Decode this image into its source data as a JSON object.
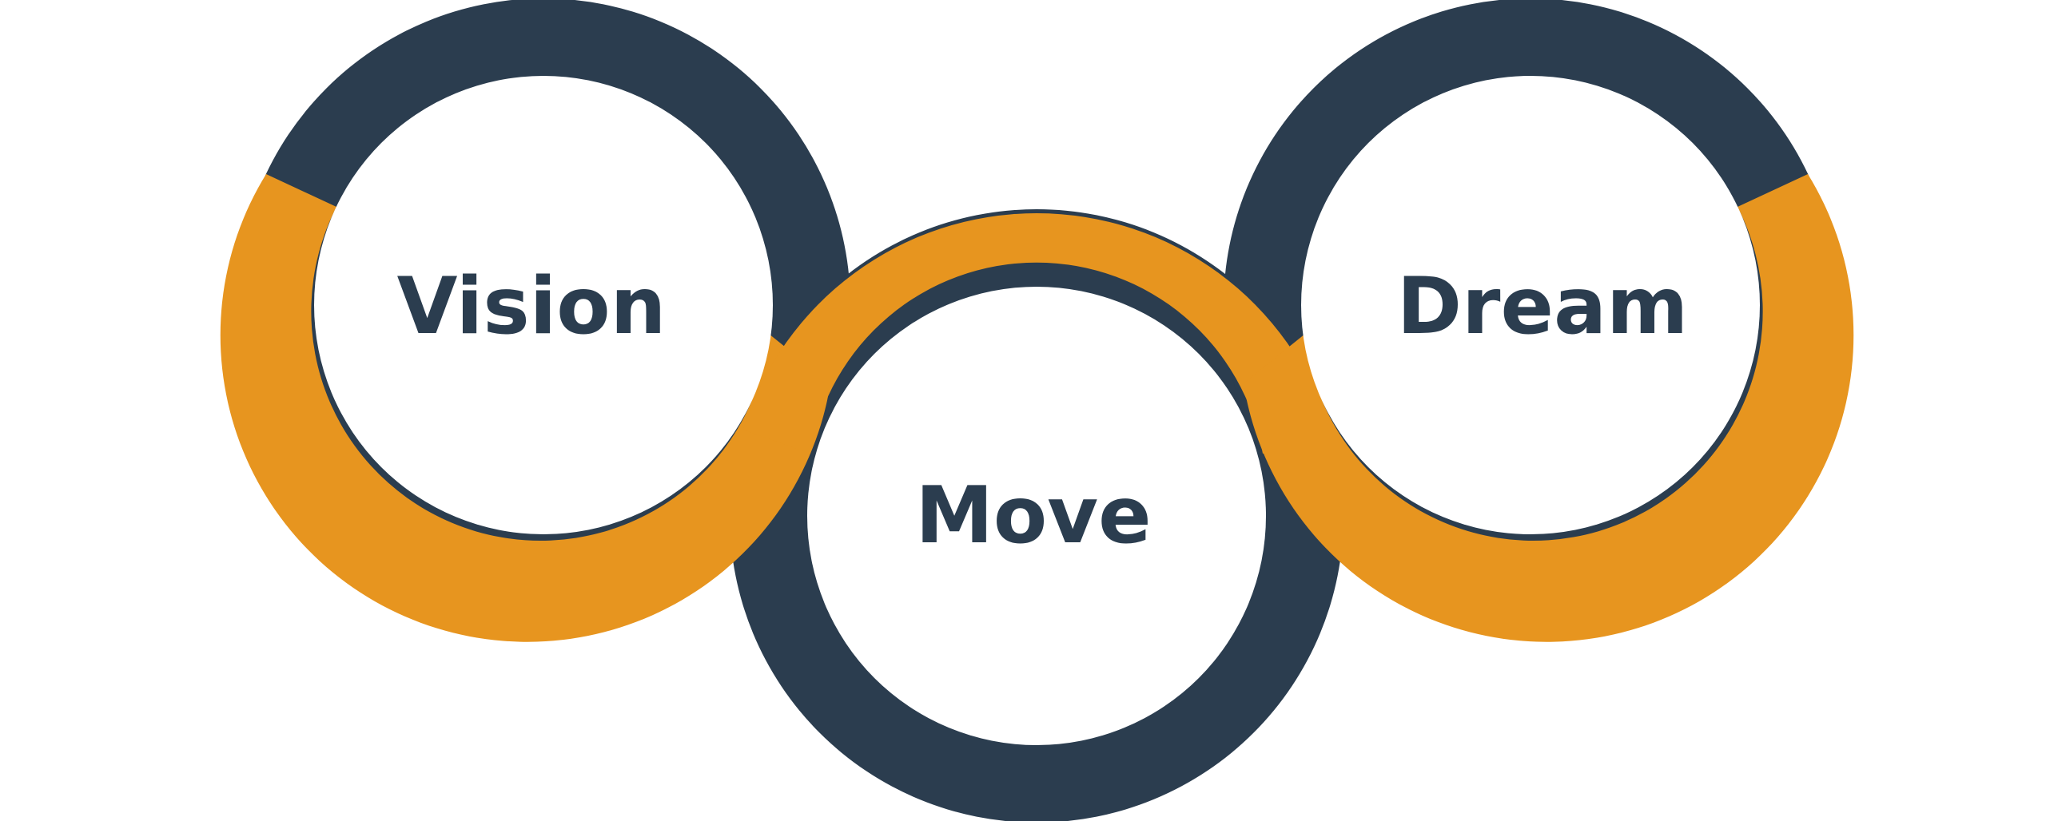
{
  "diagram": {
    "colors": {
      "navy": "#2b3d4f",
      "orange": "#e7951f",
      "inner": "#ffffff",
      "text": "#2b3d4f"
    },
    "nodes": [
      {
        "label": "Vision"
      },
      {
        "label": "Move"
      },
      {
        "label": "Dream"
      }
    ]
  }
}
